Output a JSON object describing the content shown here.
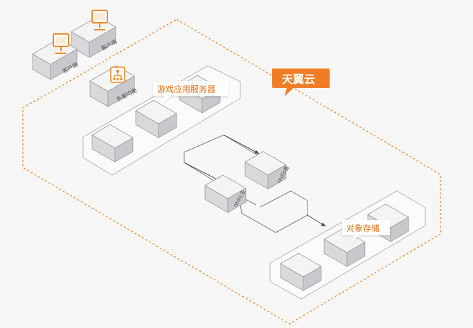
{
  "brand": {
    "label": "天翼云",
    "color": "#f07d26"
  },
  "colors": {
    "accent": "#f08a2a",
    "box_top": "#f4f4f5",
    "box_left": "#d9d9dc",
    "box_right": "#c9c9cd",
    "box_edge": "#9a9aa0",
    "platform_edge": "#b5b5b8",
    "arrow": "#4b4b55"
  },
  "nodes": {
    "client_a": {
      "label": "客户端",
      "icon": "monitor-icon"
    },
    "client_b": {
      "label": "客户端",
      "icon": "monitor-icon"
    },
    "load_balancer": {
      "label": "负载均衡",
      "icon": "load-balancer-icon"
    },
    "game_servers": {
      "label": "游戏应用服务器"
    },
    "redis_master": {
      "label": "redis主"
    },
    "redis_backup": {
      "label": "redis备"
    },
    "object_storage": {
      "label": "对象存储"
    }
  }
}
